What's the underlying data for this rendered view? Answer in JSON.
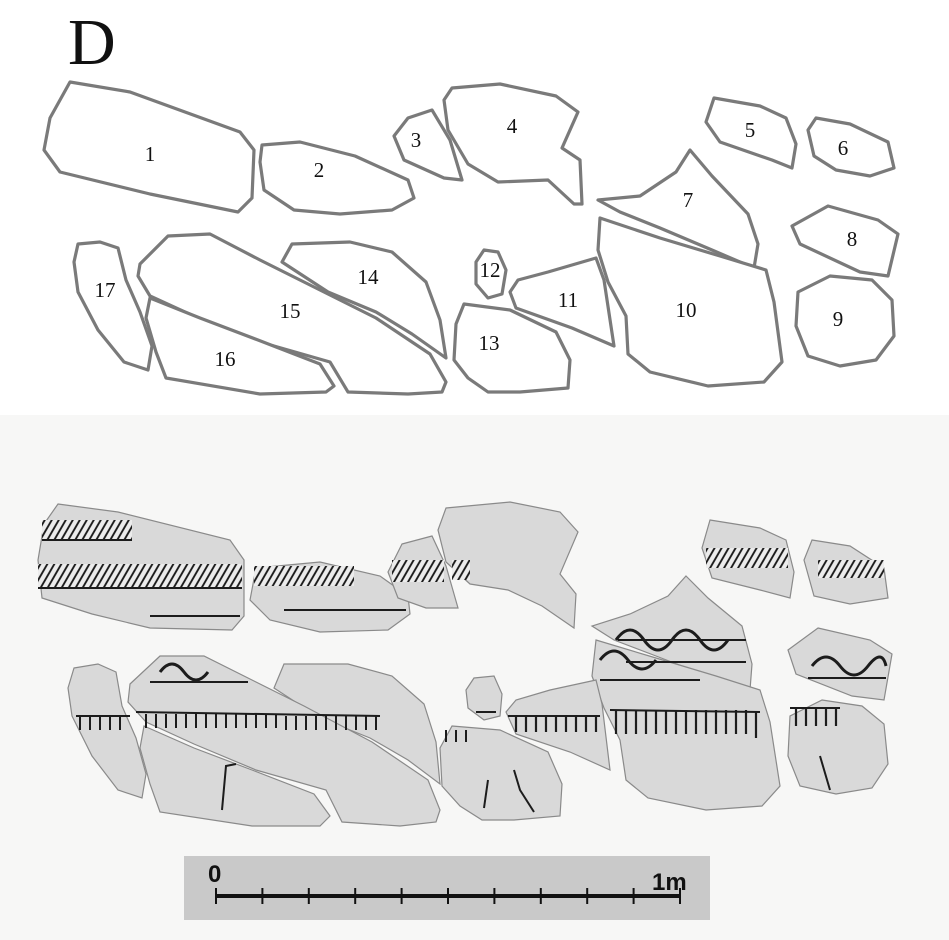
{
  "panel_label": "D",
  "fragments": [
    {
      "id": "1",
      "label": "1"
    },
    {
      "id": "2",
      "label": "2"
    },
    {
      "id": "3",
      "label": "3"
    },
    {
      "id": "4",
      "label": "4"
    },
    {
      "id": "5",
      "label": "5"
    },
    {
      "id": "6",
      "label": "6"
    },
    {
      "id": "7",
      "label": "7"
    },
    {
      "id": "8",
      "label": "8"
    },
    {
      "id": "9",
      "label": "9"
    },
    {
      "id": "10",
      "label": "10"
    },
    {
      "id": "11",
      "label": "11"
    },
    {
      "id": "12",
      "label": "12"
    },
    {
      "id": "13",
      "label": "13"
    },
    {
      "id": "14",
      "label": "14"
    },
    {
      "id": "15",
      "label": "15"
    },
    {
      "id": "16",
      "label": "16"
    },
    {
      "id": "17",
      "label": "17"
    }
  ],
  "scale_bar": {
    "start_label": "0",
    "end_label": "1m"
  }
}
